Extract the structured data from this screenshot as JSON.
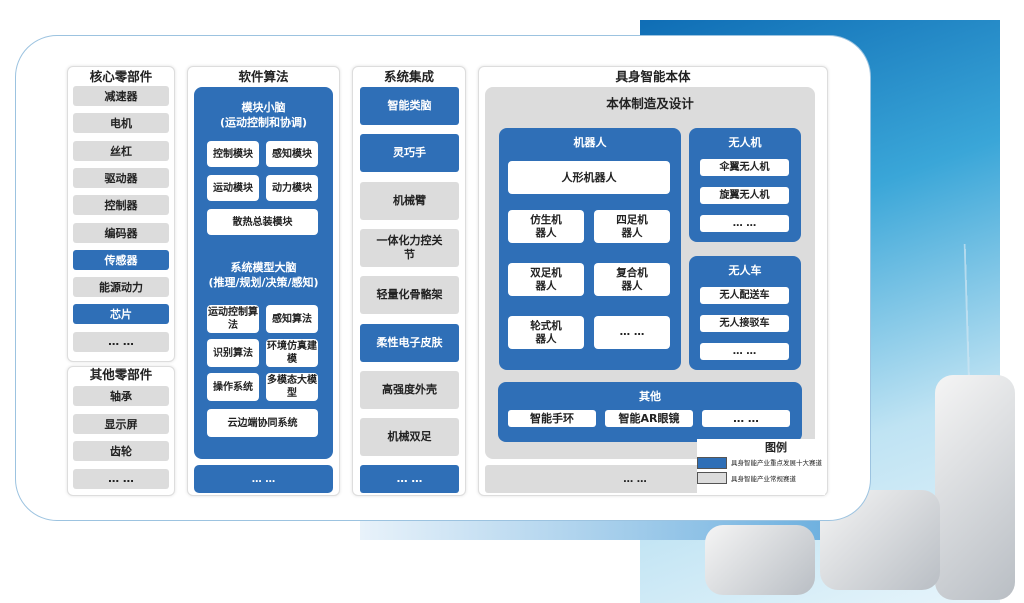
{
  "core_parts": {
    "title": "核心零部件",
    "items": [
      {
        "label": "减速器",
        "key": false
      },
      {
        "label": "电机",
        "key": false
      },
      {
        "label": "丝杠",
        "key": false
      },
      {
        "label": "驱动器",
        "key": false
      },
      {
        "label": "控制器",
        "key": false
      },
      {
        "label": "编码器",
        "key": false
      },
      {
        "label": "传感器",
        "key": true
      },
      {
        "label": "能源动力",
        "key": false
      },
      {
        "label": "芯片",
        "key": true
      },
      {
        "label": "… …",
        "key": false
      }
    ]
  },
  "other_parts": {
    "title": "其他零部件",
    "items": [
      "轴承",
      "显示屏",
      "齿轮",
      "… …"
    ]
  },
  "software": {
    "title": "软件算法",
    "cerebellum": {
      "title": "模块小脑",
      "subtitle": "(运动控制和协调)",
      "items": [
        "控制模块",
        "感知模块",
        "运动模块",
        "动力模块",
        "散热总装模块"
      ]
    },
    "brain": {
      "title": "系统模型大脑",
      "subtitle": "(推理/规划/决策/感知)",
      "items": [
        "运动控制算法",
        "感知算法",
        "识别算法",
        "环境仿真建模",
        "操作系统",
        "多模态大模型",
        "云边端协同系统"
      ]
    },
    "more": "… …"
  },
  "integration": {
    "title": "系统集成",
    "items": [
      {
        "label": "智能类脑",
        "key": true
      },
      {
        "label": "灵巧手",
        "key": true
      },
      {
        "label": "机械臂",
        "key": false
      },
      {
        "label": "一体化力控关节",
        "key": false
      },
      {
        "label": "轻量化骨骼架",
        "key": false
      },
      {
        "label": "柔性电子皮肤",
        "key": true
      },
      {
        "label": "高强度外壳",
        "key": false
      },
      {
        "label": "机械双足",
        "key": false
      },
      {
        "label": "… …",
        "key": true
      }
    ]
  },
  "body": {
    "title": "具身智能本体",
    "design_title": "本体制造及设计",
    "robots": {
      "title": "机器人",
      "items": [
        "人形机器人",
        "仿生机器人",
        "四足机器人",
        "双足机器人",
        "复合机器人",
        "轮式机器人",
        "… …"
      ]
    },
    "drones": {
      "title": "无人机",
      "items": [
        "伞翼无人机",
        "旋翼无人机",
        "… …"
      ]
    },
    "vehicles": {
      "title": "无人车",
      "items": [
        "无人配送车",
        "无人接驳车",
        "… …"
      ]
    },
    "others": {
      "title": "其他",
      "items": [
        "智能手环",
        "智能AR眼镜",
        "… …"
      ]
    },
    "more": "… …"
  },
  "legend": {
    "title": "图例",
    "key": "具身智能产业重点发展十大赛道",
    "normal": "具身智能产业常规赛道"
  },
  "colors": {
    "key": "#2f6fb7",
    "normal": "#dcdcdc"
  }
}
